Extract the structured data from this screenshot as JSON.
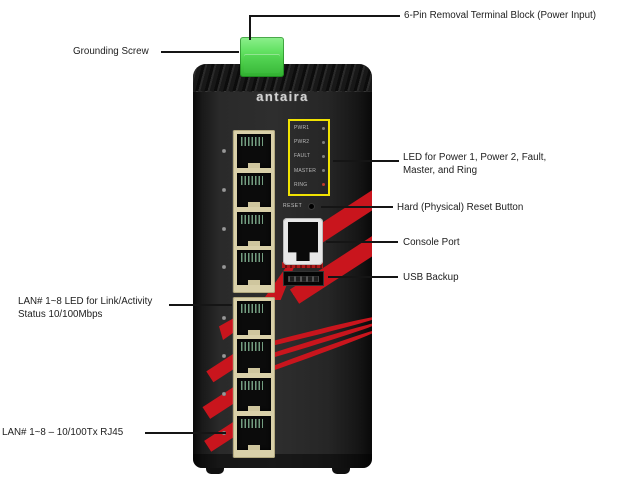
{
  "diagram": {
    "device": {
      "brand": "antaira",
      "reset_label": "RESET",
      "led_panel": [
        "PWR1",
        "PWR2",
        "FAULT",
        "MASTER",
        "RING"
      ],
      "port_count": 8
    },
    "callouts": {
      "terminal_block": "6-Pin Removal Terminal Block (Power Input)",
      "grounding_screw": "Grounding Screw",
      "led_line1": "LED for Power 1, Power 2, Fault,",
      "led_line2": "Master, and Ring",
      "reset": "Hard (Physical) Reset Button",
      "console": "Console Port",
      "usb": "USB Backup",
      "lan_led_line1": "LAN# 1~8 LED for Link/Activity",
      "lan_led_line2": "Status 10/100Mbps",
      "lan_ports": "LAN# 1~8 – 10/100Tx RJ45"
    },
    "colors": {
      "highlight_box": "#f0e202",
      "accent_red": "#c9151d",
      "terminal_block_green": "#4ecf4a",
      "port_bezel": "#d9d0a9"
    }
  }
}
